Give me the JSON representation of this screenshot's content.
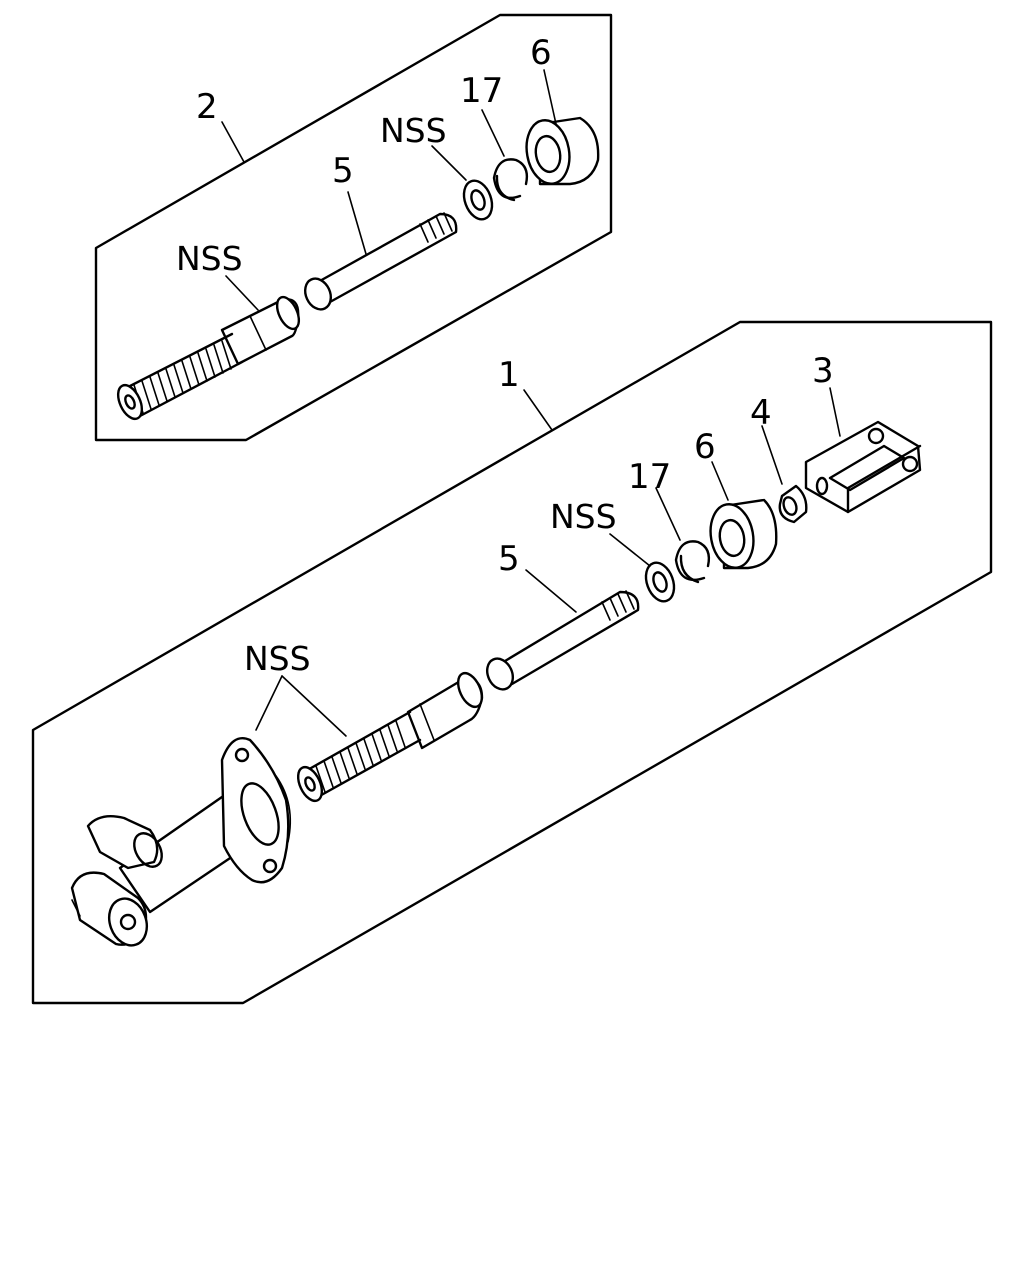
{
  "labels": {
    "assembly_2": "2",
    "assembly_1": "1",
    "upper_nss_left": "NSS",
    "upper_pin_5": "5",
    "upper_nss_washer": "NSS",
    "upper_ring_17": "17",
    "upper_bushing_6": "6",
    "lower_nss_body": "NSS",
    "lower_pin_5": "5",
    "lower_nss_washer": "NSS",
    "lower_ring_17": "17",
    "lower_bushing_6": "6",
    "lower_nut_4": "4",
    "lower_clevis_3": "3"
  }
}
